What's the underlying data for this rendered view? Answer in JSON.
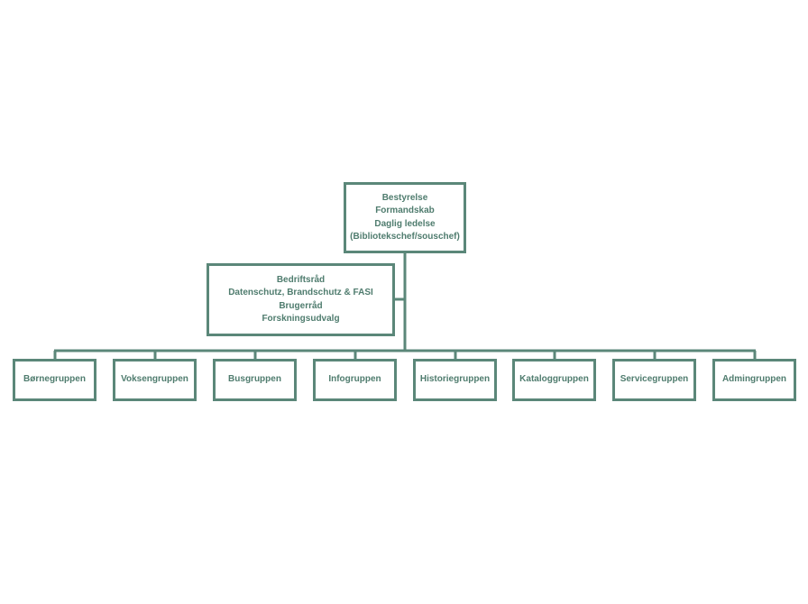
{
  "colors": {
    "line": "#5b8779",
    "text": "#4f7c6e",
    "background": "#ffffff"
  },
  "top_box": {
    "lines": [
      "Bestyrelse",
      "Formandskab",
      "Daglig ledelse",
      "(Bibliotekschef/souschef)"
    ]
  },
  "side_box": {
    "lines": [
      "Bedriftsråd",
      "Datenschutz, Brandschutz & FASI",
      "Brugerråd",
      "Forskningsudvalg"
    ]
  },
  "groups": [
    "Børnegruppen",
    "Voksengruppen",
    "Busgruppen",
    "Infogruppen",
    "Historiegruppen",
    "Kataloggruppen",
    "Servicegruppen",
    "Admingruppen"
  ]
}
